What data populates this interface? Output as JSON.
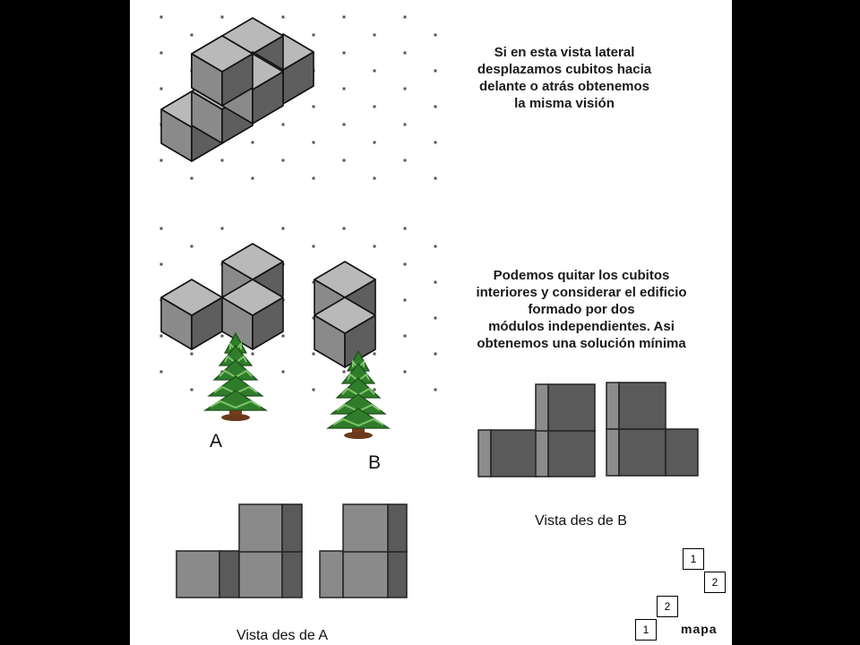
{
  "text_top": [
    "Si en esta vista lateral",
    "desplazamos cubitos  hacia",
    "delante o atrás obtenemos",
    "la misma visión"
  ],
  "text_middle": [
    "Podemos quitar los cubitos",
    "interiores y considerar el edificio",
    "formado por dos",
    "módulos independientes. Asi",
    "obtenemos una solución mínima"
  ],
  "label_a": "A",
  "label_b": "B",
  "caption_view_a": "Vista des de A",
  "caption_view_b": "Vista des de B",
  "map": {
    "cells": [
      "1",
      "2",
      "2",
      "1"
    ],
    "label": "mapa"
  },
  "colors": {
    "background": "#000000",
    "sheet": "#ffffff",
    "cube_top": "#b9b9b9",
    "cube_left": "#8a8a8a",
    "cube_right": "#5e5e5e",
    "tree_green": "#2f7d2a",
    "trunk": "#7a3b1a"
  }
}
